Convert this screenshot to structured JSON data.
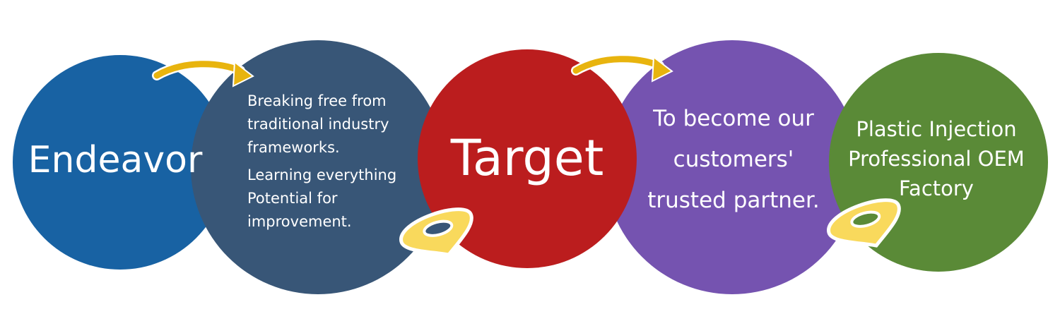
{
  "circles": {
    "endeavor": {
      "title": "Endeavor",
      "color": "#1862a3"
    },
    "description": {
      "lines": [
        "Breaking free from",
        "traditional industry",
        "frameworks.",
        "Learning everything",
        "Potential for",
        "improvement."
      ],
      "color": "#385677"
    },
    "target": {
      "title": "Target",
      "color": "#bb1d1e"
    },
    "partner": {
      "lines": [
        "To become our",
        "customers'",
        "trusted partner."
      ],
      "color": "#7553b0"
    },
    "factory": {
      "lines": [
        "Plastic Injection",
        "Professional OEM",
        "Factory"
      ],
      "color": "#5a8a37"
    }
  },
  "accent_color": "#e8b40e",
  "pin_color": "#f9d95c"
}
